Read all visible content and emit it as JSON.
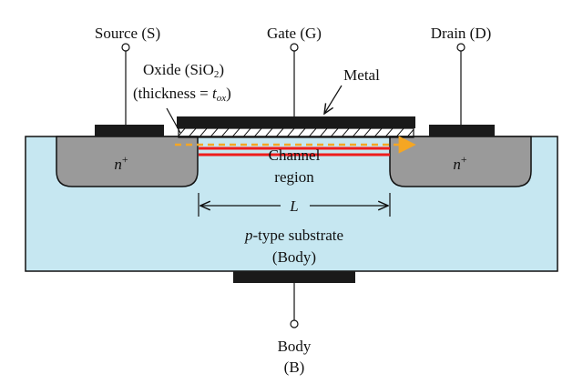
{
  "terminals": {
    "source": "Source (S)",
    "gate": "Gate (G)",
    "drain": "Drain (D)",
    "body_line1": "Body",
    "body_line2": "(B)"
  },
  "oxide": {
    "line1_prefix": "Oxide (SiO",
    "line1_sub": "2",
    "line1_suffix": ")",
    "line2_prefix": "(thickness = ",
    "line2_var": "t",
    "line2_sub": "ox",
    "line2_suffix": ")"
  },
  "metal": "Metal",
  "channel": {
    "line1": "Channel",
    "line2": "region"
  },
  "length_label": "L",
  "n_plus": {
    "base": "n",
    "sup": "+"
  },
  "substrate": {
    "var": "p",
    "line1_rest": "-type substrate",
    "line2": "(Body)"
  },
  "colors": {
    "substrate": "#c6e7f1",
    "n_region": "#9a9a9a",
    "contact": "#1a1a1a",
    "channel": "#ee1c1c",
    "current_arrow": "#f5a623",
    "outline": "#111111"
  }
}
